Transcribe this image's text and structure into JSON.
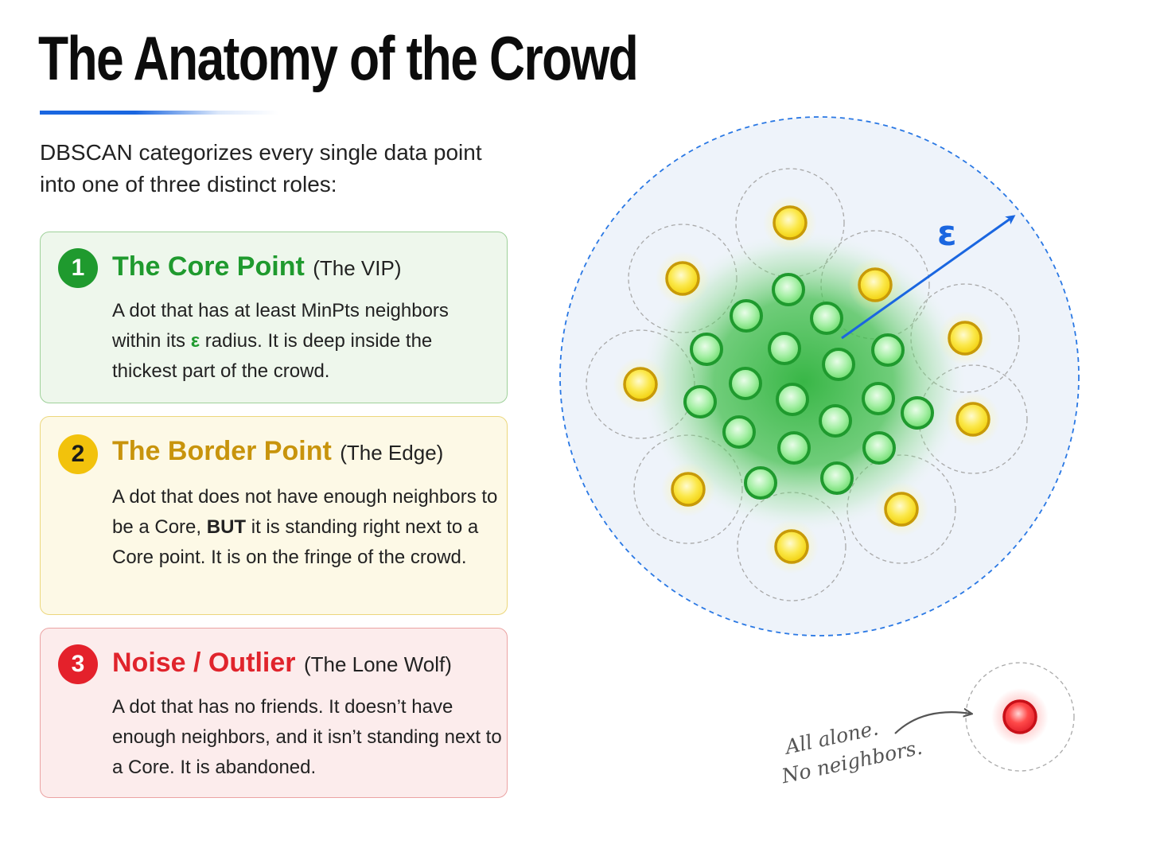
{
  "title": "The Anatomy of the Crowd",
  "intro": "DBSCAN categorizes every single data point into one of three distinct roles:",
  "cards": [
    {
      "number": "1",
      "title": "The Core Point",
      "subtitle": "(The VIP)",
      "text_a": "A dot that has at least MinPts neighbors within its",
      "epsilon": "ε",
      "text_b": "radius. It is deep inside the thickest part of the crowd."
    },
    {
      "number": "2",
      "title": "The Border Point",
      "subtitle": "(The Edge)",
      "text_a": "A dot that does not have enough neighbors to be a Core,",
      "emphasis": "BUT",
      "text_b": "it is standing right next to a Core point. It is on the fringe of the crowd."
    },
    {
      "number": "3",
      "title": "Noise / Outlier",
      "subtitle": "(The Lone Wolf)",
      "text": "A dot that has no friends. It doesn’t have enough neighbors, and it isn’t standing next to a Core. It is abandoned."
    }
  ],
  "diagram": {
    "epsilon_label": "ε",
    "noise_note_line1": "All alone.",
    "noise_note_line2": "No neighbors.",
    "colors": {
      "core": "#33b544",
      "border": "#f2d00c",
      "noise": "#e4212b",
      "epsilon": "#1a66e0"
    }
  }
}
